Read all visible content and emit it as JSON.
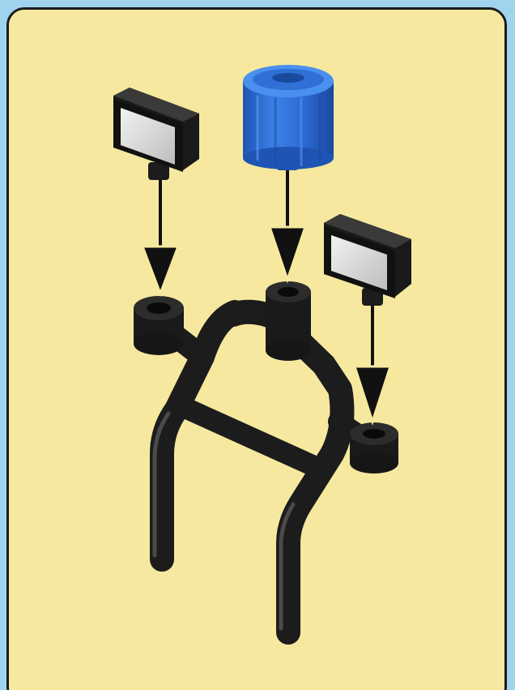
{
  "diagram": {
    "title": "",
    "steps": [
      {
        "part": "left-work-light",
        "target": "left-mount-socket"
      },
      {
        "part": "blue-beacon-light",
        "target": "center-mount-socket"
      },
      {
        "part": "right-work-light",
        "target": "right-mount-socket"
      }
    ]
  },
  "colors": {
    "background_outer": "#9fd3ee",
    "card_fill": "#f6e99f",
    "frame_black": "#1c1c1c",
    "beacon_blue": "#2f6fd6",
    "lens_grey": "#d9d9d9"
  },
  "icons": {
    "arrow": "down-arrow-icon",
    "beacon": "beacon-icon",
    "work_light": "work-light-icon"
  }
}
